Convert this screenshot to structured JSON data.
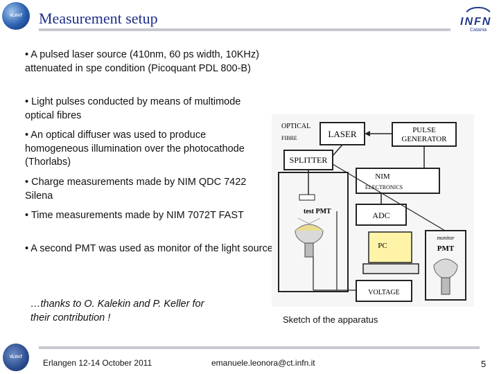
{
  "header": {
    "title": "Measurement setup",
    "left_logo_text": "VLVnT",
    "right_logo_text": "INFN",
    "right_logo_sub": "Catania"
  },
  "bullets": [
    "• A pulsed laser source (410nm, 60 ps width, 10KHz) attenuated in spe condition (Picoquant PDL 800-B)",
    "• Light pulses conducted by means of multimode optical fibres",
    "• An optical diffuser was used to produce homogeneous illumination over the photocathode (Thorlabs)",
    "• Charge measurements made by NIM QDC 7422 Silena",
    "• Time measurements made by NIM 7072T FAST",
    "• A second PMT was used as monitor of the light source"
  ],
  "thanks": "…thanks to O. Kalekin and P. Keller for their contribution !",
  "diagram": {
    "optical_fibre_1": "OPTICAL",
    "optical_fibre_2": "FIBRE",
    "laser": "LASER",
    "pulse_generator_1": "PULSE",
    "pulse_generator_2": "GENERATOR",
    "splitter": "SPLITTER",
    "nim_1": "NIM",
    "nim_2": "ELECTRONICS",
    "test_pmt": "test PMT",
    "adc": "ADC",
    "pc": "PC",
    "monitor_1": "monitor",
    "monitor_2": "PMT",
    "voltage": "VOLTAGE"
  },
  "caption": "Sketch of the apparatus",
  "footer": {
    "logo_text": "VLVnT",
    "left": "Erlangen 12-14 October 2011",
    "middle": "emanuele.leonora@ct.infn.it",
    "page": "5"
  }
}
